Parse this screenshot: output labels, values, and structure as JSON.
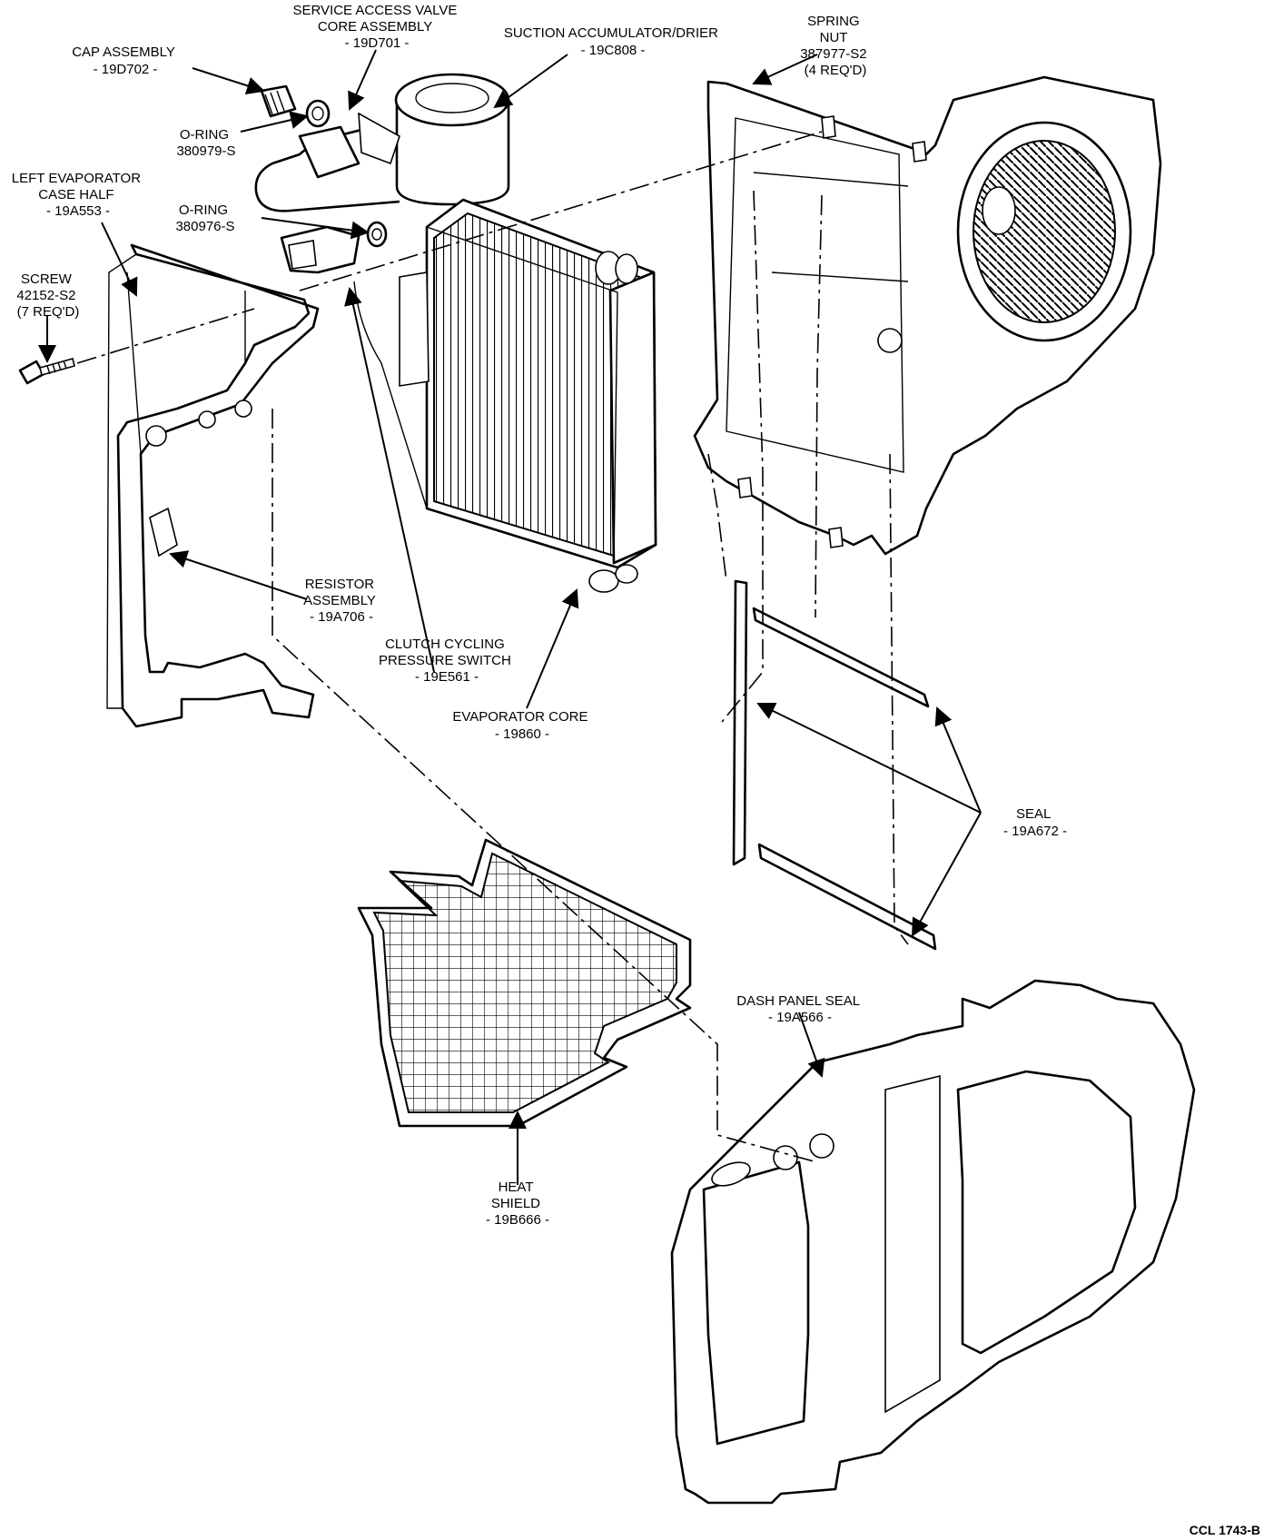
{
  "labels": {
    "cap_assembly": [
      "CAP ASSEMBLY",
      "- 19D702 -"
    ],
    "service_access_valve": [
      "SERVICE ACCESS VALVE",
      "CORE ASSEMBLY",
      "- 19D701 -"
    ],
    "suction_accumulator": [
      "SUCTION ACCUMULATOR/DRIER",
      "- 19C808 -"
    ],
    "spring_nut": [
      "SPRING",
      "NUT",
      "387977-S2",
      "(4 REQ'D)"
    ],
    "o_ring_1": [
      "O-RING",
      "380979-S"
    ],
    "left_evaporator": [
      "LEFT EVAPORATOR",
      "CASE HALF",
      "- 19A553 -"
    ],
    "o_ring_2": [
      "O-RING",
      "380976-S"
    ],
    "screw": [
      "SCREW",
      "42152-S2",
      "(7 REQ'D)"
    ],
    "resistor": [
      "RESISTOR",
      "ASSEMBLY",
      "- 19A706 -"
    ],
    "clutch_switch": [
      "CLUTCH CYCLING",
      "PRESSURE SWITCH",
      "- 19E561 -"
    ],
    "evaporator_core": [
      "EVAPORATOR CORE",
      "- 19860 -"
    ],
    "seal": [
      "SEAL",
      "- 19A672 -"
    ],
    "dash_panel_seal": [
      "DASH PANEL SEAL",
      "- 19A566 -"
    ],
    "heat_shield": [
      "HEAT",
      "SHIELD",
      "- 19B666 -"
    ],
    "figure_code": "CCL 1743-B"
  }
}
